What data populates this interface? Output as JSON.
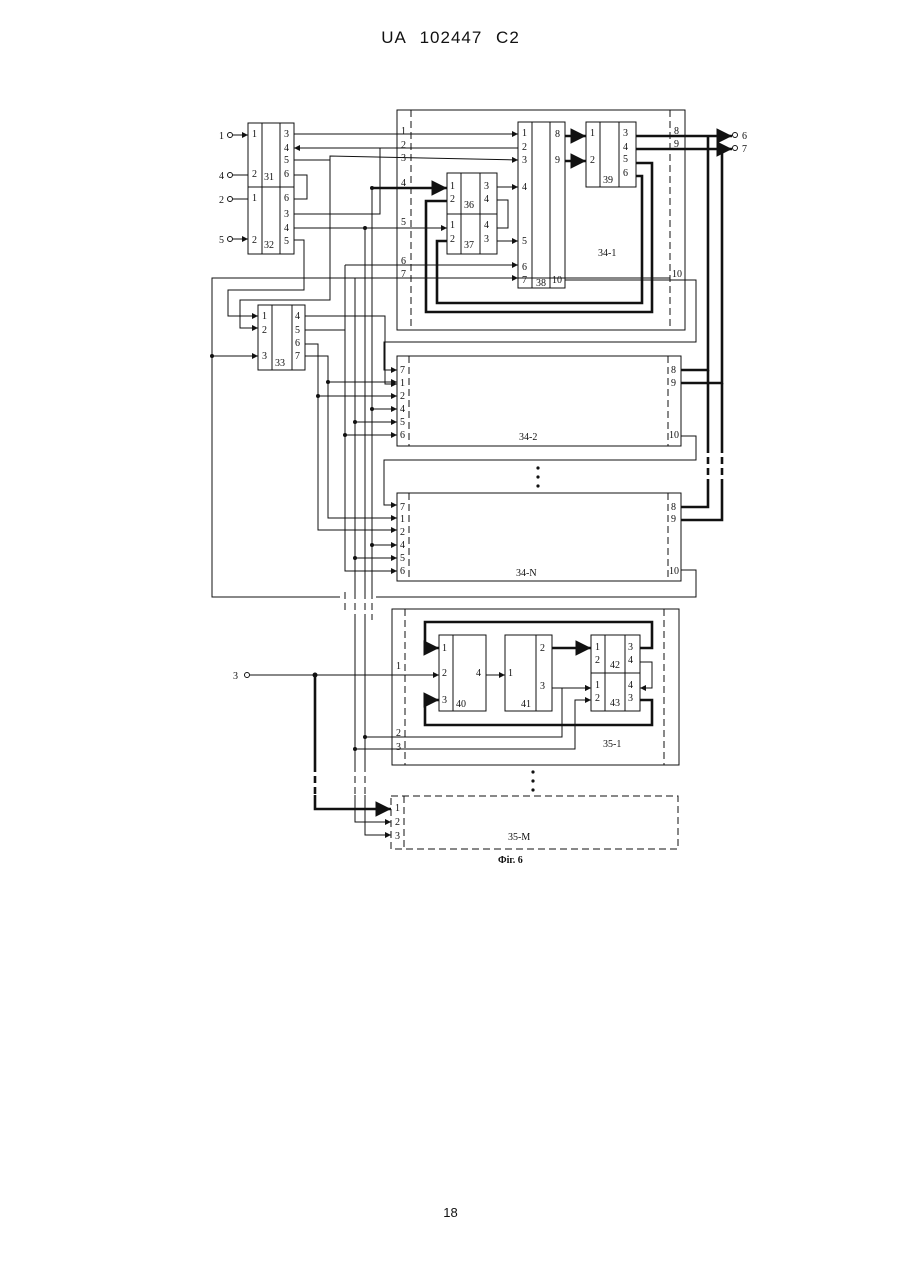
{
  "header": {
    "document_number": "UA   102447   C2"
  },
  "footer": {
    "page_number": "18"
  },
  "figure": {
    "caption": "Фіг. 6",
    "terminals": {
      "t1": "1",
      "t4": "4",
      "t2": "2",
      "t5": "5",
      "t3": "3",
      "t6": "6",
      "t7": "7"
    },
    "blocks": {
      "b31": "31",
      "b32": "32",
      "b33": "33",
      "b34_1": "34-1",
      "b34_2": "34-2",
      "b34_n": "34-N",
      "b35_1": "35-1",
      "b35_m": "35-M",
      "b36": "36",
      "b37": "37",
      "b38": "38",
      "b39": "39",
      "b40": "40",
      "b41": "41",
      "b42": "42",
      "b43": "43"
    },
    "pins": {
      "p1": "1",
      "p2": "2",
      "p3": "3",
      "p4": "4",
      "p5": "5",
      "p6": "6",
      "p7": "7",
      "p8": "8",
      "p9": "9",
      "p10": "10"
    },
    "ellipsis": "⋮"
  }
}
